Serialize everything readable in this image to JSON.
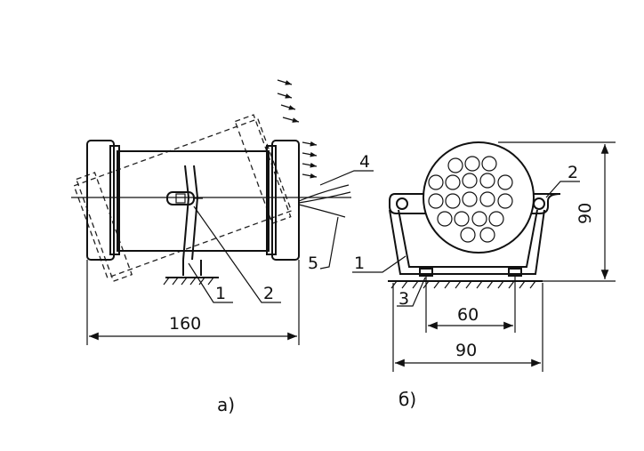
{
  "figure_a": {
    "caption": "а)",
    "dim_length": "160",
    "callouts": [
      "1",
      "2",
      "4",
      "5"
    ]
  },
  "figure_b": {
    "caption": "б)",
    "dim_base": "60",
    "dim_width": "90",
    "dim_height": "90",
    "callouts": [
      "1",
      "2",
      "3"
    ]
  }
}
